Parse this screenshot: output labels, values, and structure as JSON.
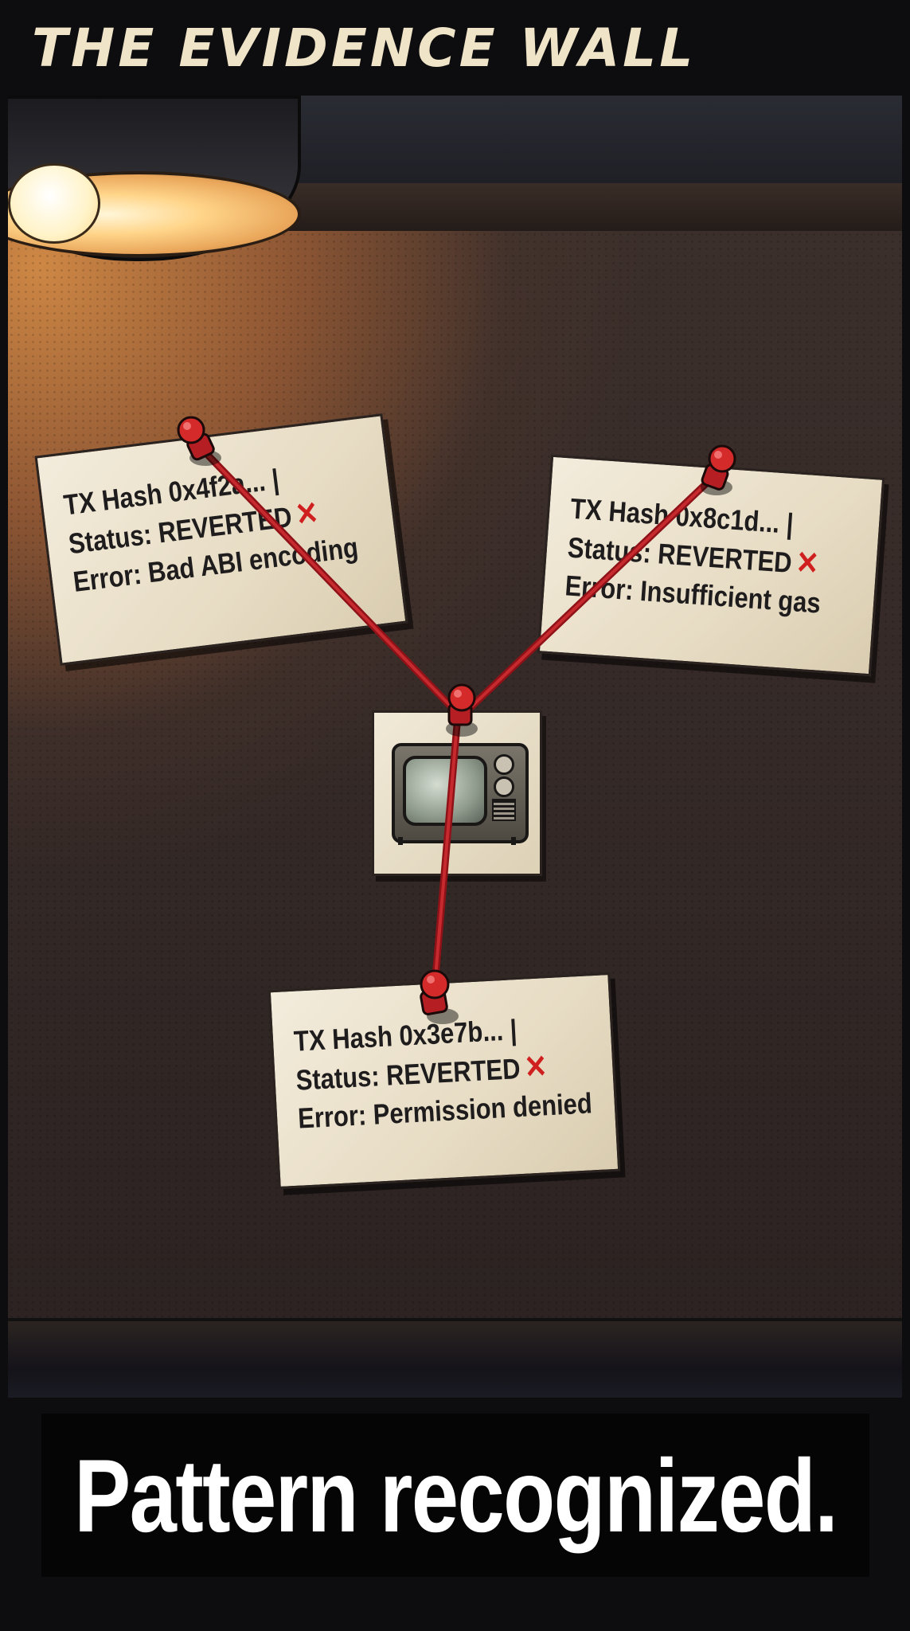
{
  "title": "THE EVIDENCE WALL",
  "notes": [
    {
      "hash": "TX Hash 0x4f2a... |",
      "status": "Status: REVERTED",
      "error": "Error: Bad ABI encoding"
    },
    {
      "hash": "TX Hash 0x8c1d... |",
      "status": "Status: REVERTED",
      "error": "Error: Insufficient gas"
    },
    {
      "hash": "TX Hash 0x3e7b... |",
      "status": "Status: REVERTED",
      "error": "Error: Permission denied"
    }
  ],
  "status_mark": "✕",
  "caption": "Pattern recognized.",
  "colors": {
    "string": "#a3161b",
    "pin": "#d42a2a",
    "x_mark": "#d01f1f",
    "paper": "#efe7d4",
    "caption_bg": "#050505"
  },
  "icons": {
    "tv": "tv-icon",
    "pin": "pushpin-icon",
    "lamp": "lamp-icon"
  }
}
